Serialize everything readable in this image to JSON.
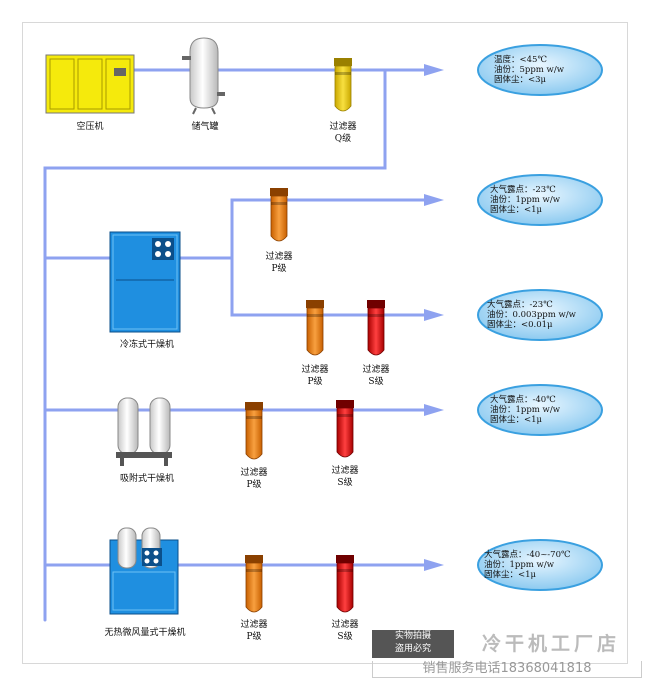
{
  "labels": {
    "compressor": "空压机",
    "tank": "储气罐",
    "filter": "过滤器",
    "grade_q": "Q级",
    "grade_p": "P级",
    "grade_s": "S级",
    "refrigerated_dryer": "冷冻式干燥机",
    "adsorption_dryer": "吸附式干燥机",
    "heatless_dryer": "无热微风量式干燥机"
  },
  "specs": [
    {
      "line1": "温度：<45℃",
      "line2": "油份：5ppm w/w",
      "line3": "固体尘：<3μ"
    },
    {
      "line1": "大气露点：-23℃",
      "line2": "油份：1ppm w/w",
      "line3": "固体尘：<1μ"
    },
    {
      "line1": "大气露点：-23℃",
      "line2": "油份：0.003ppm w/w",
      "line3": "固体尘：<0.01μ"
    },
    {
      "line1": "大气露点：-40℃",
      "line2": "油份：1ppm w/w",
      "line3": "固体尘：<1μ"
    },
    {
      "line1": "大气露点：-40~-70℃",
      "line2": "油份：1ppm w/w",
      "line3": "固体尘：<1μ"
    }
  ],
  "watermark": {
    "badge_line1": "实物拍摄",
    "badge_line2": "盗用必究",
    "title": "冷干机工厂店",
    "phone_line": "销售服务电话18368041818"
  },
  "colors": {
    "pipe": "#8ea2f0",
    "oval_fill": "#9fd3f3",
    "oval_stroke": "#3aa0e0",
    "filter_q": "#f2d214",
    "filter_p": "#f08a1e",
    "filter_s": "#e21c1c",
    "dryer_blue": "#1f8fe0",
    "compressor_yellow": "#f5ea0c"
  }
}
